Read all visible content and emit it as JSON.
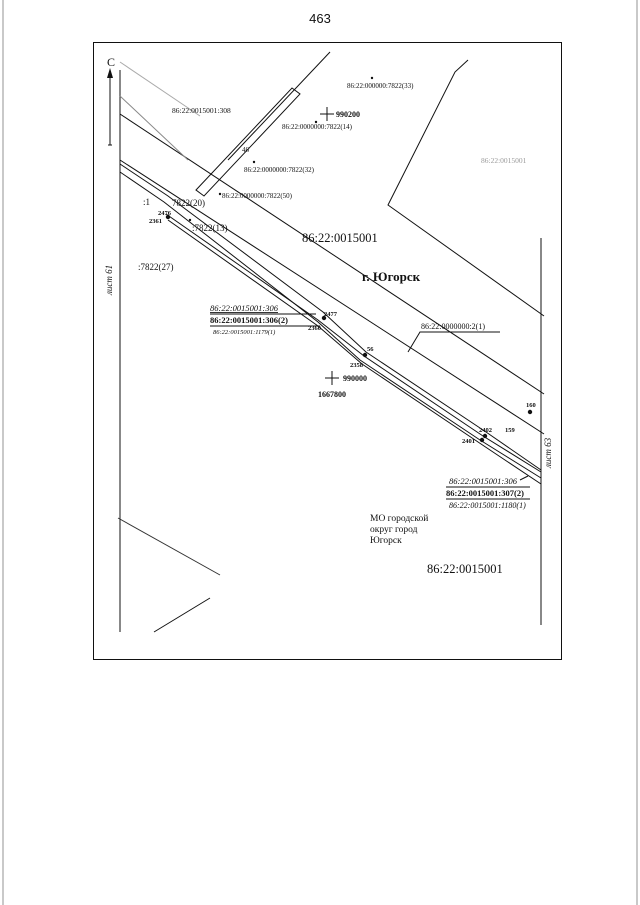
{
  "page_number": "463",
  "north_arrow": {
    "letter": "С"
  },
  "sheet_labels": {
    "left": "лист 61",
    "right": "лист 63"
  },
  "city_label": "г. Югорск",
  "quarter_labels": {
    "center": "86:22:0015001",
    "bottom_right": "86:22:0015001",
    "faint_top_right": "86:22:0015001"
  },
  "parcel_labels": {
    "p7822_33": "86:22:000000:7822(33)",
    "p308": "86:22:0015001:308",
    "p7822_14": "86:22:0000000:7822(14)",
    "p7822_32": "86:22:0000000:7822(32)",
    "p7822_50": "86:22:0000000:7822(50)",
    "p7822_20": "7822(20)",
    "p7822_13": ":7822(13)",
    "p7822_27": ":7822(27)",
    "p_colon1": ":1",
    "p2_1": "86:22:0000000:2(1)",
    "p46": "46"
  },
  "grid_crosses": {
    "top": "990200",
    "bottom": "990000",
    "bottom_y": "1667800"
  },
  "label_block_left": {
    "line1": "86:22:0015001:306",
    "line2": "86:22:0015001:306(2)",
    "line3": "86:22:0015001:1179(1)"
  },
  "label_block_right": {
    "line1": "86:22:0015001:306",
    "line2": "86:22:0015001:307(2)",
    "line3": "86:22:0015001:1180(1)"
  },
  "municipality": {
    "line1": "МО городской",
    "line2": "округ город",
    "line3": "Югорск"
  },
  "point_numbers": {
    "p2476": "2476",
    "p2361": "2361",
    "p2477": "2477",
    "p2360": "2360",
    "p56": "56",
    "p2358": "2358",
    "p160": "160",
    "p2402": "2402",
    "p159": "159",
    "p2401": "2401"
  },
  "colors": {
    "ink": "#111111",
    "faint": "#9a9a9a",
    "paper": "#ffffff"
  }
}
